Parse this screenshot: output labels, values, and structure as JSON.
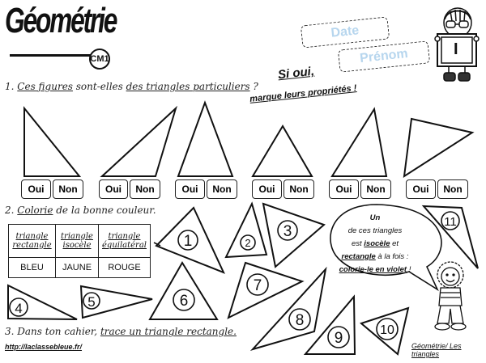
{
  "header": {
    "title": "Géométrie",
    "level_badge": "CM1",
    "date_label": "Date",
    "firstname_label": "Prénom",
    "mascot_board_glyph": "I"
  },
  "colors": {
    "ink": "#111111",
    "name_field_text": "#b7d6ee",
    "background": "#ffffff"
  },
  "exercise1": {
    "number": "1.",
    "question_part1": "Ces figures",
    "question_part2": " sont-elles ",
    "question_part3": "des triangles particuliers",
    "question_part4": " ?",
    "hint_line1": "Si oui,",
    "hint_line2": "marque leurs propriétés !",
    "answer_options": [
      {
        "yes": "Oui",
        "no": "Non"
      },
      {
        "yes": "Oui",
        "no": "Non"
      },
      {
        "yes": "Oui",
        "no": "Non"
      },
      {
        "yes": "Oui",
        "no": "Non"
      },
      {
        "yes": "Oui",
        "no": "Non"
      },
      {
        "yes": "Oui",
        "no": "Non"
      }
    ]
  },
  "exercise2": {
    "number": "2.",
    "instruction_part1": "Colorie",
    "instruction_part2": " de la bonne couleur.",
    "table": {
      "headers": [
        [
          "triangle",
          "rectangle"
        ],
        [
          "triangle",
          "isocèle"
        ],
        [
          "triangle",
          "équilatéral"
        ]
      ],
      "colors": [
        "BLEU",
        "JAUNE",
        "ROUGE"
      ]
    },
    "triangle_labels": [
      "1",
      "2",
      "3",
      "4",
      "5",
      "6",
      "7",
      "8",
      "9",
      "10",
      "11"
    ],
    "bubble": {
      "line1": "Un",
      "line2": "de ces triangles",
      "line3_pre": "est ",
      "line3_em": "isocèle",
      "line3_post": " et",
      "line4_em": "rectangle",
      "line4_post": " à la fois :",
      "line5_em": "colorie-le en violet",
      "line5_post": " !"
    }
  },
  "exercise3": {
    "number": "3.",
    "instruction_part1": "Dans ton cahier, ",
    "instruction_part2": "trace un triangle rectangle."
  },
  "footer": {
    "source": "http://laclassebleue.fr/",
    "topic": "Géométrie/ Les triangles"
  }
}
